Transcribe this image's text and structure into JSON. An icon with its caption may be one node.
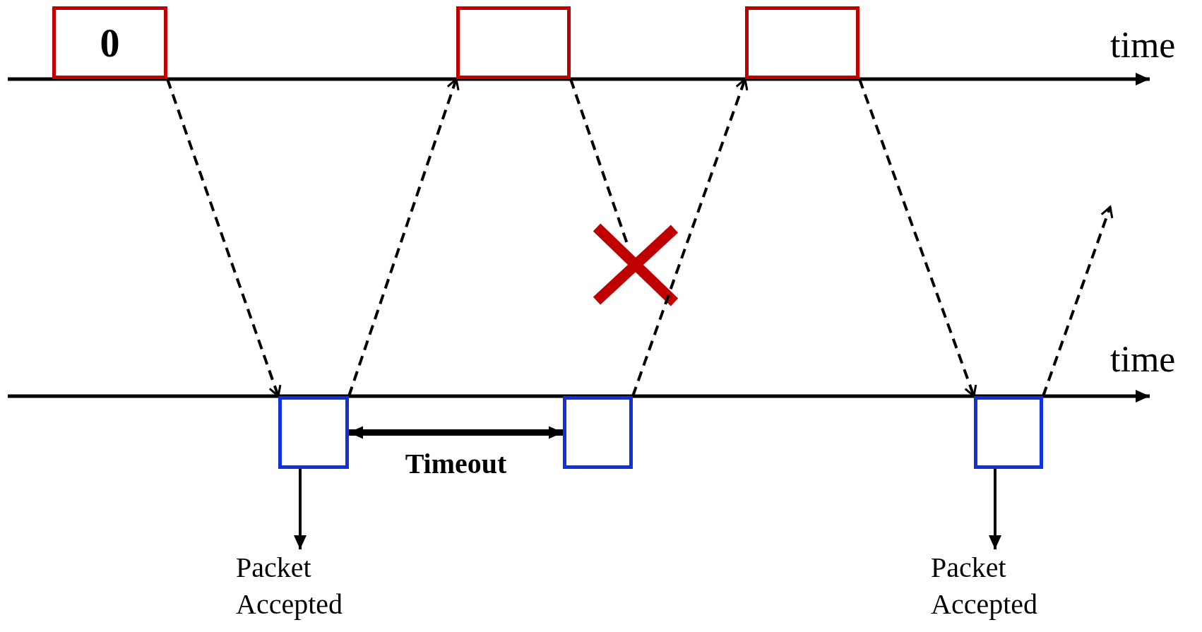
{
  "diagram": {
    "nodes": [
      {
        "text": [
          "0"
        ]
      },
      {
        "text": [],
        "shape": "box"
      },
      {
        "text": [],
        "shape": "box"
      },
      {
        "text": [],
        "shape": "box"
      },
      {
        "text": [],
        "shape": "box"
      },
      {
        "text": [],
        "shape": "box"
      },
      {
        "text": [
          "Packet Accepted"
        ]
      },
      {
        "text": [
          "Packet Accepted"
        ]
      }
    ],
    "edges": [
      {
        "from": 0,
        "to": 3,
        "arrow": "to",
        "style": "dashed"
      },
      {
        "from": 3,
        "to": 1,
        "arrow": "to",
        "style": "dashed"
      },
      {
        "from": 1,
        "to": null,
        "arrow": "none",
        "style": "dashed"
      },
      {
        "from": 4,
        "to": 2,
        "arrow": "to",
        "style": "dashed"
      },
      {
        "from": 2,
        "to": 5,
        "arrow": "to",
        "style": "dashed"
      },
      {
        "from": 5,
        "to": null,
        "arrow": "to",
        "style": "dashed"
      },
      {
        "from": 3,
        "to": 6,
        "arrow": "to"
      },
      {
        "from": 5,
        "to": 7,
        "arrow": "to"
      },
      {
        "from": 3,
        "to": 4,
        "arrow": "both",
        "style": "thick",
        "label": "Timeout"
      }
    ],
    "labels": [
      "time",
      "time"
    ]
  }
}
